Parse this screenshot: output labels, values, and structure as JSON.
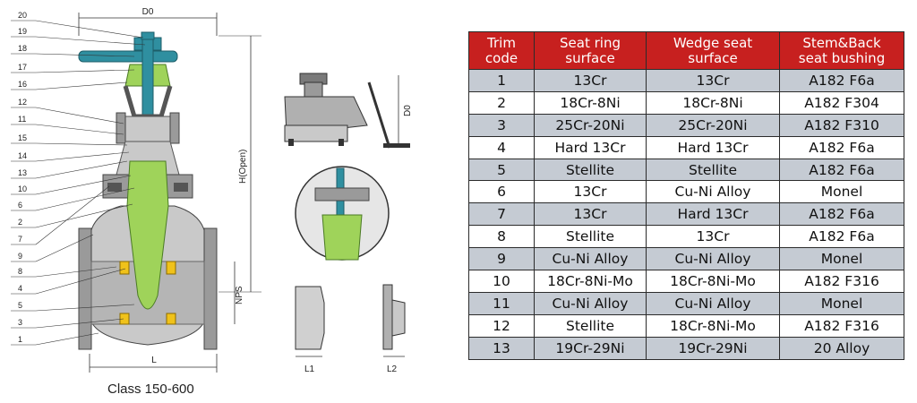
{
  "drawing": {
    "part_numbers": [
      "20",
      "19",
      "18",
      "17",
      "16",
      "12",
      "11",
      "15",
      "14",
      "13",
      "10",
      "6",
      "2",
      "7",
      "9",
      "8",
      "4",
      "5",
      "3",
      "1"
    ],
    "dim_d0": "D0",
    "dim_h_open": "H(Open)",
    "dim_nps": "NPS",
    "dim_l": "L",
    "dim_l1": "L1",
    "dim_l2": "L2",
    "dim_d0_side": "D0",
    "caption": "Class 150-600",
    "colors": {
      "stem": "#2f8fa0",
      "green": "#9fd35a",
      "yellow": "#f0c21a",
      "body": "#c9c9c9",
      "steel": "#9a9a9a"
    }
  },
  "table": {
    "headers": [
      [
        "Trim",
        "code"
      ],
      [
        "Seat ring",
        "surface"
      ],
      [
        "Wedge seat",
        "surface"
      ],
      [
        "Stem&Back",
        "seat bushing"
      ]
    ],
    "rows": [
      [
        "1",
        "13Cr",
        "13Cr",
        "A182 F6a"
      ],
      [
        "2",
        "18Cr-8Ni",
        "18Cr-8Ni",
        "A182 F304"
      ],
      [
        "3",
        "25Cr-20Ni",
        "25Cr-20Ni",
        "A182 F310"
      ],
      [
        "4",
        "Hard 13Cr",
        "Hard 13Cr",
        "A182 F6a"
      ],
      [
        "5",
        "Stellite",
        "Stellite",
        "A182 F6a"
      ],
      [
        "6",
        "13Cr",
        "Cu-Ni Alloy",
        "Monel"
      ],
      [
        "7",
        "13Cr",
        "Hard 13Cr",
        "A182 F6a"
      ],
      [
        "8",
        "Stellite",
        "13Cr",
        "A182 F6a"
      ],
      [
        "9",
        "Cu-Ni Alloy",
        "Cu-Ni Alloy",
        "Monel"
      ],
      [
        "10",
        "18Cr-8Ni-Mo",
        "18Cr-8Ni-Mo",
        "A182 F316"
      ],
      [
        "11",
        "Cu-Ni Alloy",
        "Cu-Ni Alloy",
        "Monel"
      ],
      [
        "12",
        "Stellite",
        "18Cr-8Ni-Mo",
        "A182 F316"
      ],
      [
        "13",
        "19Cr-29Ni",
        "19Cr-29Ni",
        "20 Alloy"
      ]
    ],
    "header_color": "#c7201f",
    "stripe_color": "#c5cbd3"
  }
}
